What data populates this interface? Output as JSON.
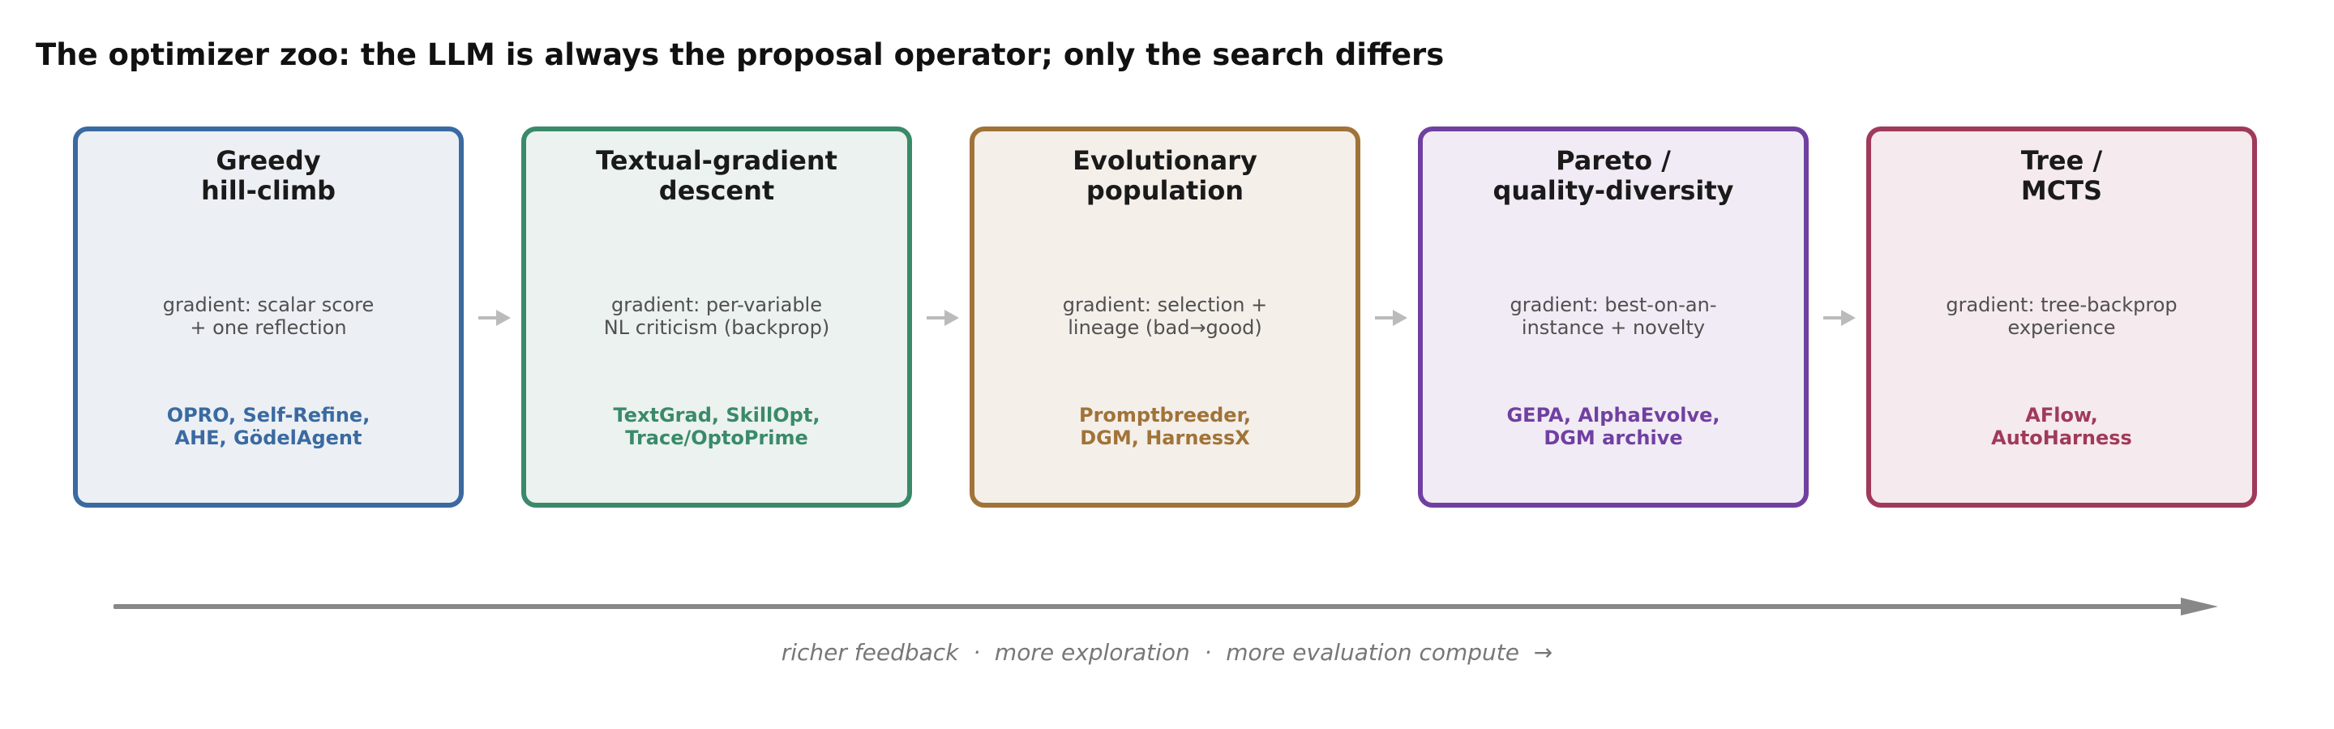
{
  "title": "The optimizer zoo: the LLM is always the proposal operator; only the search differs",
  "stages": [
    {
      "name_lines": [
        "Greedy",
        "hill-climb"
      ],
      "gradient_lines": [
        "gradient: scalar score",
        "+ one reflection"
      ],
      "example_lines": [
        "OPRO, Self-Refine,",
        "AHE, GödelAgent"
      ],
      "color": "#3a6aa0",
      "fill": "#ecf0f5"
    },
    {
      "name_lines": [
        "Textual-gradient",
        "descent"
      ],
      "gradient_lines": [
        "gradient: per-variable",
        "NL criticism (backprop)"
      ],
      "example_lines": [
        "TextGrad, SkillOpt,",
        "Trace/OptoPrime"
      ],
      "color": "#3a8a6a",
      "fill": "#ebf2ef"
    },
    {
      "name_lines": [
        "Evolutionary",
        "population"
      ],
      "gradient_lines": [
        "gradient: selection +",
        "lineage (bad→good)"
      ],
      "example_lines": [
        "Promptbreeder,",
        "DGM, HarnessX"
      ],
      "color": "#a07338",
      "fill": "#f5efea"
    },
    {
      "name_lines": [
        "Pareto /",
        "quality-diversity"
      ],
      "gradient_lines": [
        "gradient: best-on-an-",
        "instance + novelty"
      ],
      "example_lines": [
        "GEPA, AlphaEvolve,",
        "DGM archive"
      ],
      "color": "#7040a0",
      "fill": "#f1ebf5"
    },
    {
      "name_lines": [
        "Tree /",
        "MCTS"
      ],
      "gradient_lines": [
        "gradient: tree-backprop",
        "experience"
      ],
      "example_lines": [
        "AFlow,",
        "AutoHarness"
      ],
      "color": "#a03a5a",
      "fill": "#f5eaee"
    }
  ],
  "axis_caption": "richer feedback  ·  more exploration  ·  more evaluation compute  →",
  "colors": {
    "step_arrow": "#bbbbbb",
    "axis": "#888888"
  }
}
